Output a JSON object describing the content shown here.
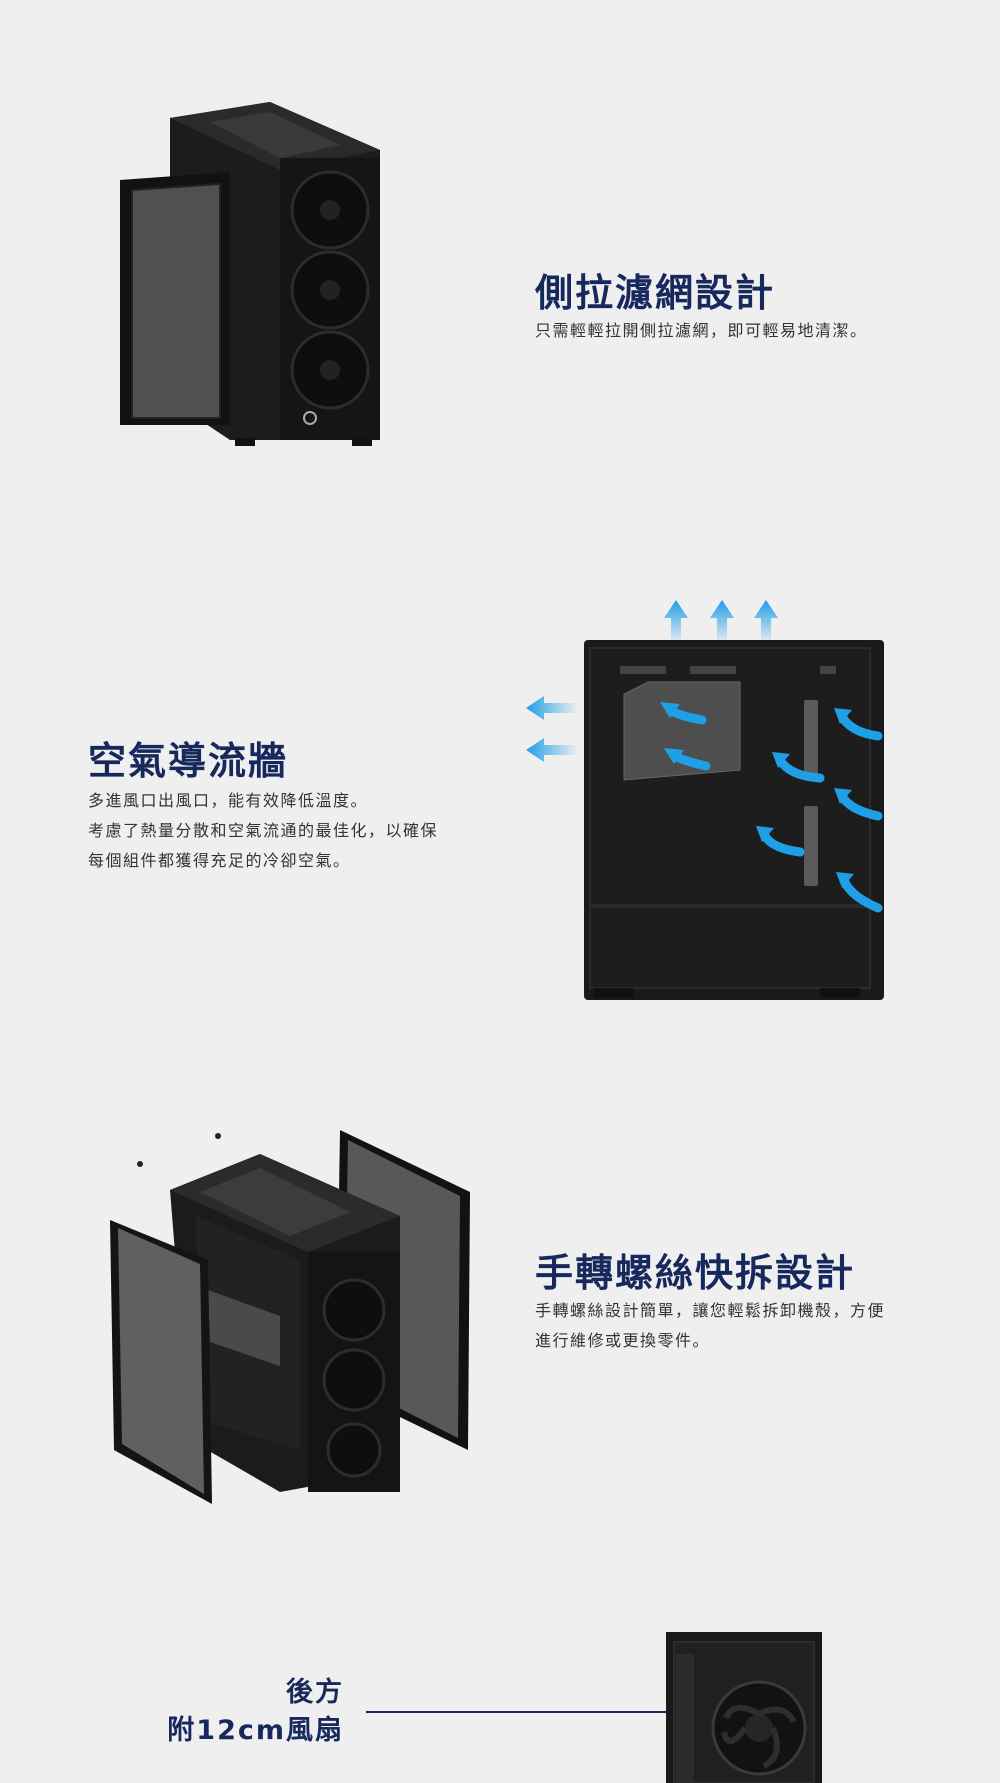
{
  "features": [
    {
      "title": "側拉濾網設計",
      "lines": [
        "只需輕輕拉開側拉濾網，即可輕易地清潔。"
      ]
    },
    {
      "title": "空氣導流牆",
      "lines": [
        "多進風口出風口，能有效降低溫度。",
        "考慮了熱量分散和空氣流通的最佳化，以確保",
        "每個組件都獲得充足的冷卻空氣。"
      ]
    },
    {
      "title": "手轉螺絲快拆設計",
      "lines": [
        "手轉螺絲設計簡單，讓您輕鬆拆卸機殼，方便",
        "進行維修或更換零件。"
      ]
    }
  ],
  "rear_fan": {
    "line1": "後方",
    "line2": "附12cm風扇"
  },
  "colors": {
    "background": "#efeff0",
    "title": "#17285c",
    "airflow_arrow": "#1f9fe6",
    "case": "#1a1a1a"
  }
}
